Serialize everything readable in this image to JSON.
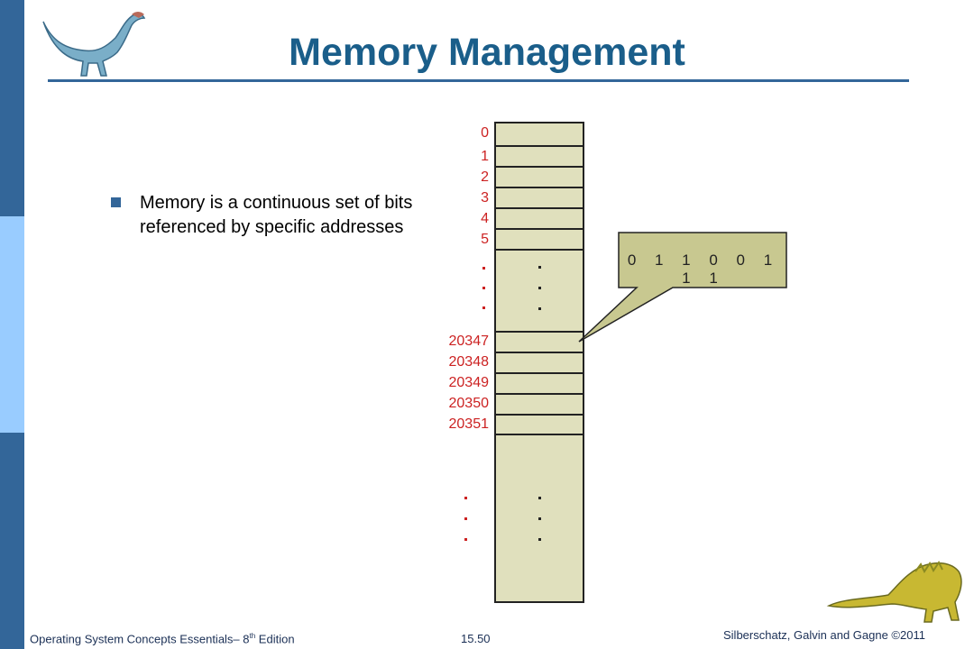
{
  "slide": {
    "title": "Memory Management",
    "bullet": "Memory is a continuous set of bits referenced by specific addresses"
  },
  "diagram": {
    "addresses_top": [
      "0",
      "1",
      "2",
      "3",
      "4",
      "5"
    ],
    "addresses_mid": [
      "20347",
      "20348",
      "20349",
      "20350",
      "20351"
    ],
    "bits": "0 1 1 0 0 1 1 1"
  },
  "footer": {
    "left_prefix": "Operating System Concepts Essentials– 8",
    "left_sup": "th",
    "left_suffix": " Edition",
    "page": "15.50",
    "right": "Silberschatz, Galvin and Gagne ©2011"
  },
  "colors": {
    "title": "#1a5e8a",
    "sidebar": "#336699",
    "sidebar_light": "#99ccff",
    "memory_fill": "#e0e0bd",
    "callout_fill": "#c8c890",
    "address_text": "#cc2222"
  }
}
